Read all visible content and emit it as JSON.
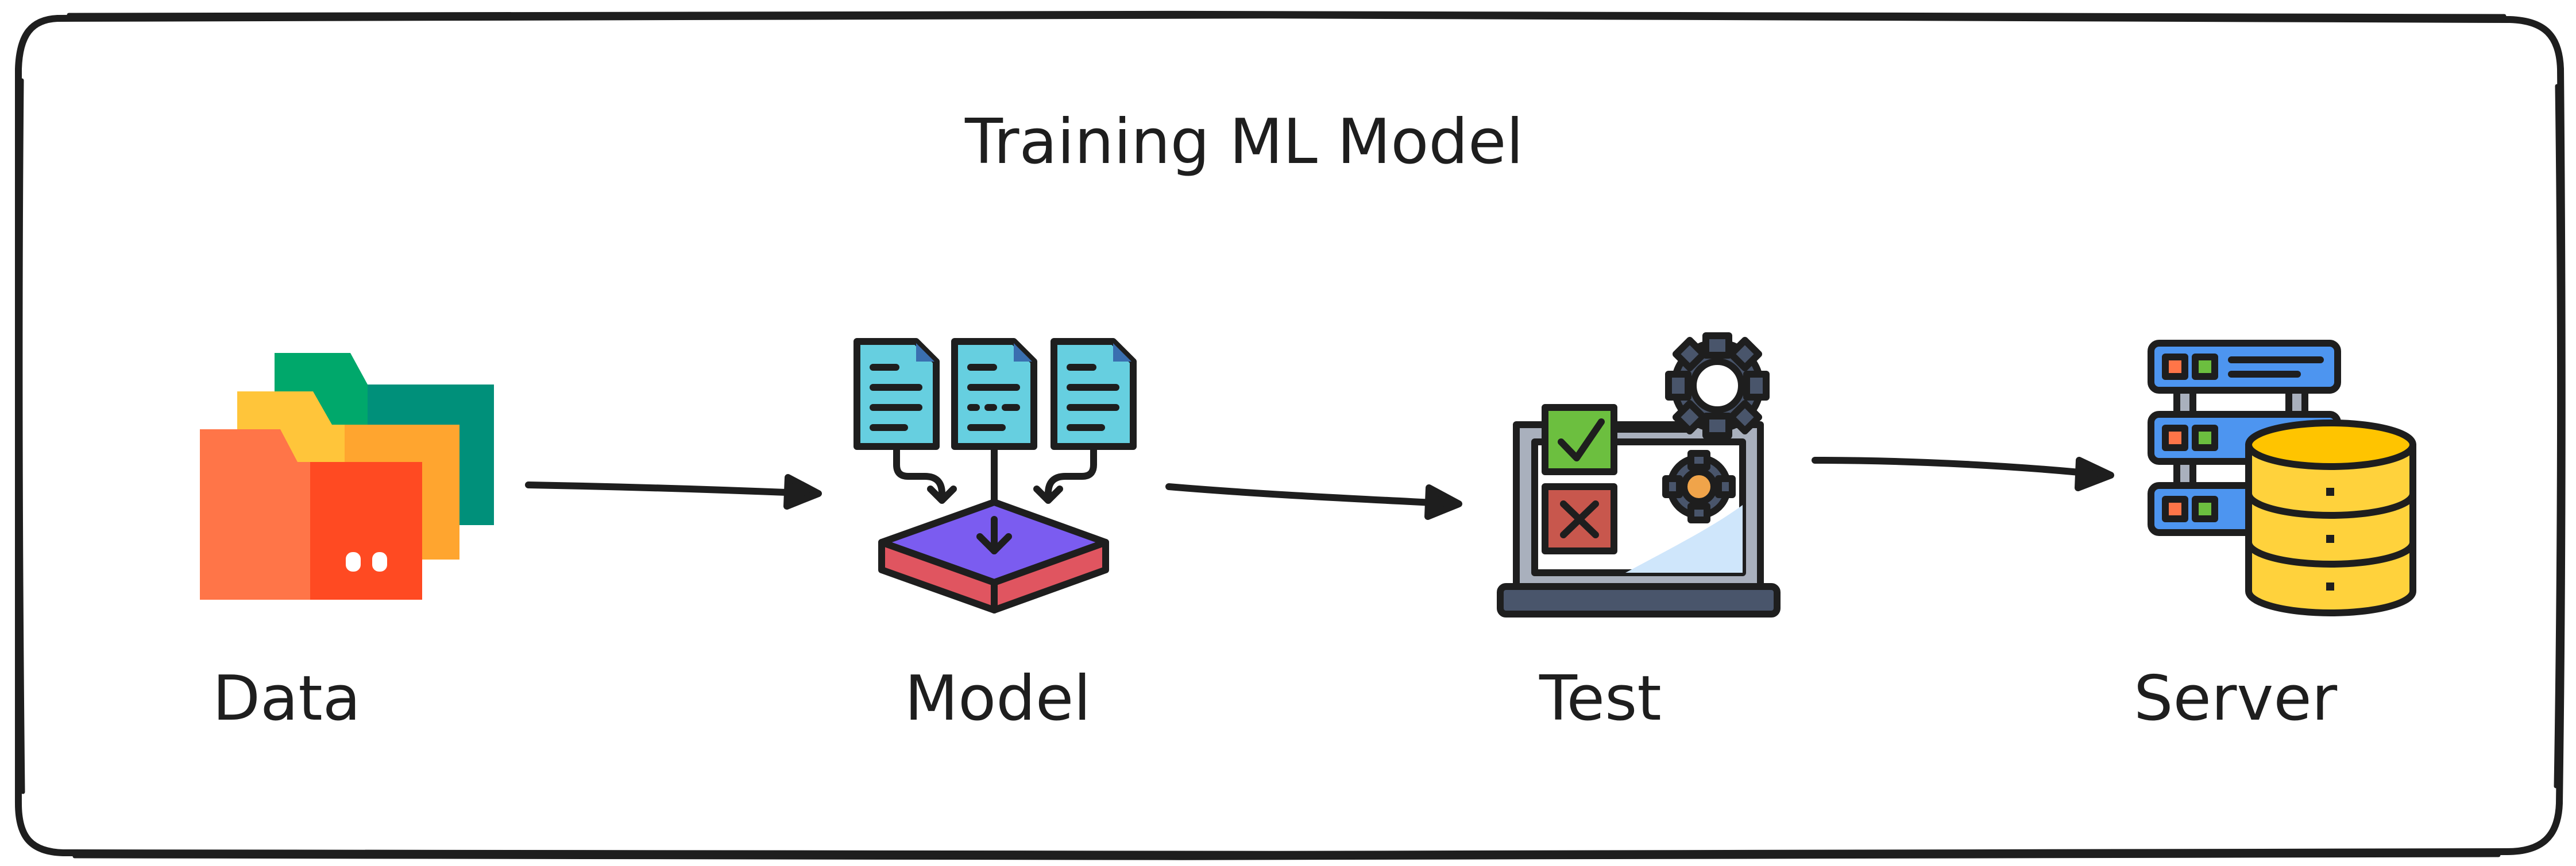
{
  "diagram": {
    "title": "Training ML Model",
    "steps": [
      {
        "label": "Data",
        "icon": "folders-icon"
      },
      {
        "label": "Model",
        "icon": "model-training-icon"
      },
      {
        "label": "Test",
        "icon": "laptop-test-icon"
      },
      {
        "label": "Server",
        "icon": "server-database-icon"
      }
    ],
    "colors": {
      "stroke": "#1e1e1e",
      "folder_red": "#ff5a36",
      "folder_orange": "#ffa52f",
      "folder_green": "#00a86b",
      "doc_cyan": "#66cfe0",
      "model_purple": "#7b5cf0",
      "model_red": "#e05560",
      "check_green": "#6cbf3f",
      "cross_red": "#c8574d",
      "server_blue": "#4d95f0",
      "db_yellow": "#ffd23c"
    }
  }
}
